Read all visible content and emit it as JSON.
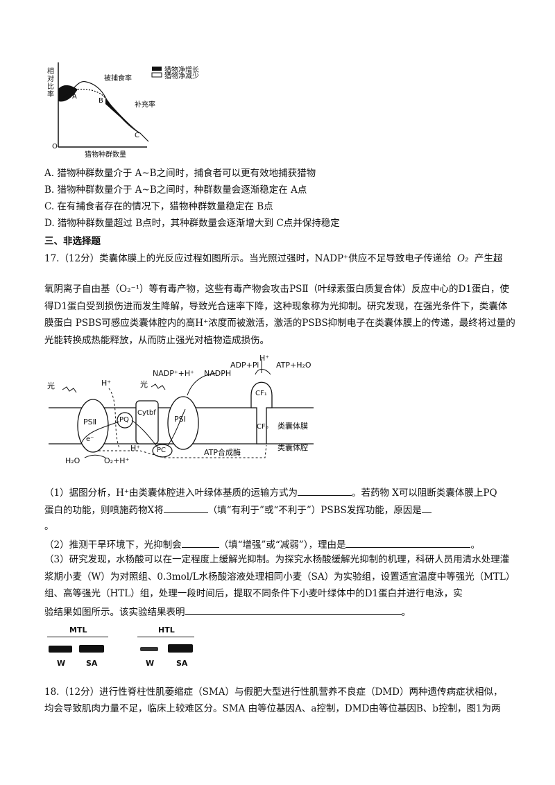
{
  "graph": {
    "ylabel_chars": [
      "相",
      "对",
      "比",
      "率"
    ],
    "xlabel": "猎物种群数量",
    "origin": "O",
    "legend": [
      "猎物净增长",
      "猎物净减少"
    ],
    "curve_capture": "被捕食率",
    "curve_replenish": "补充率",
    "points": [
      "A",
      "B",
      "C"
    ]
  },
  "options": [
    "A. 猎物种群数量介于 A~B之间时，捕食者可以更有效地捕获猎物",
    "B. 猎物种群数量介于 A~B之间时，种群数量会逐渐稳定在 A点",
    "C. 在有捕食者存在的情况下，猎物种群数量稳定在 B点",
    "D. 猎物种群数量超过 B点时，其种群数量会逐渐增大到 C点并保持稳定"
  ],
  "section_title": "三、非选择题",
  "q17": {
    "head": "17.（12分）类囊体膜上的光反应过程如图所示。当光照过强时，NADP⁺供应不足导致电子传递给",
    "o2": "O₂",
    "head_tail": "产生超",
    "body": "氧阴离子自由基（O₂⁻¹）等有毒产物，这些有毒产物会攻击PSⅡ（叶绿素蛋白质复合体）反应中心的D1蛋白，使得D1蛋白受到损伤进而发生降解，导致光合速率下降，这种现象称为光抑制。研究发现，在强光条件下，类囊体膜蛋白 PSBS可感应类囊体腔内的高H⁺浓度而被激活，激活的PSBS抑制电子在类囊体膜上的传递，最终将过量的光能转换成热能释放，从而防止强光对植物造成损伤。",
    "diagram": {
      "light1": "光",
      "light2": "光",
      "h_plus": "H⁺",
      "h_plus_lower": "H⁺",
      "h_plus_top": "H⁺",
      "psii": "PSⅡ",
      "psi": "PSⅠ",
      "pq": "PQ",
      "cytbf": "Cytbf",
      "pc": "PC",
      "e": "e⁻",
      "nadp": "NADP⁺+H⁺",
      "nadph": "NADPH",
      "adp": "ADP+Pi",
      "atp": "ATP+H₂O",
      "cf1": "CF₁",
      "cf0": "CF₀",
      "membrane": "类囊体膜",
      "lumen": "类囊体腔",
      "h2o": "H₂O",
      "o2h": "O₂+H⁺",
      "atp_synthase": "ATP合成酶"
    },
    "sub1_a": "（1）据图分析，H⁺由类囊体腔进入叶绿体基质的运输方式为",
    "sub1_b": "。若药物 X可以阻断类囊体膜上PQ",
    "sub1_c": "蛋白的功能，则喷施药物X将",
    "sub1_d": "（填“有利于”或“不利于”）PSBS发挥功能，原因是",
    "sub1_end": "。",
    "sub2_a": "（2）推测干旱环境下，光抑制会",
    "sub2_b": "（填“增强”或“减弱”），理由是",
    "sub2_end": "。",
    "sub3_body": "（3）研究发现，水杨酸可以在一定程度上缓解光抑制。为探究水杨酸缓解光抑制的机理，科研人员用清水处理灌浆期小麦（W）为对照组、0.3mol/L水杨酸溶液处理相同小麦（SA）为实验组，设置适宜温度中等强光（MTL）组、高等强光（HTL）组，处理一段时间后，提取不同条件下小麦叶绿体中的D1蛋白并进行电泳，实",
    "sub3_last": "验结果如图所示。该实验结果表明",
    "sub3_end": "。",
    "gel": {
      "mtl": "MTL",
      "htl": "HTL",
      "w1": "W",
      "sa1": "SA",
      "w2": "W",
      "sa2": "SA"
    }
  },
  "q18": {
    "line1": "18.（12分）进行性脊柱性肌萎缩症（SMA）与假肥大型进行性肌营养不良症（DMD）两种遗传病症状相似，",
    "line2": "均会导致肌肉力量不足，临床上较难区分。SMA 由等位基因A、a控制，DMD由等位基因B、b控制，图1为两"
  }
}
